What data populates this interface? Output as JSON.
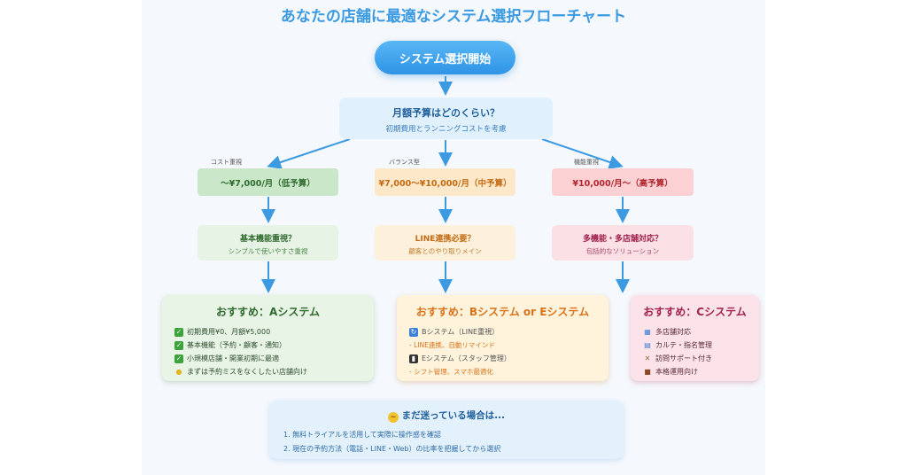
{
  "title": "あなたの店舗に最適なシステム選択フローチャート",
  "start_label": "システム選択開始",
  "budget_question": {
    "title": "月額予算はどのくらい？",
    "subtitle": "初期費用とランニングコストを考慮"
  },
  "branches": [
    {
      "tag": "コスト重視",
      "budget": "〜¥7,000/月（低予算）",
      "question": "基本機能重視？",
      "question_sub": "シンプルで使いやすさ重視"
    },
    {
      "tag": "バランス型",
      "budget": "¥7,000〜¥10,000/月（中予算）",
      "question": "LINE連携必要？",
      "question_sub": "顧客とのやり取りメイン"
    },
    {
      "tag": "機能重視",
      "budget": "¥10,000/月〜（高予算）",
      "question": "多機能・多店舗対応？",
      "question_sub": "包括的なソリューション"
    }
  ],
  "recommendations": {
    "a": {
      "title": "おすすめ：Aシステム",
      "items": [
        "初期費用¥0、月額¥5,000",
        "基本機能（予約・顧客・通知）",
        "小規模店舗・開業初期に最適"
      ],
      "tip": "まずは予約ミスをなくしたい店舗向け"
    },
    "b": {
      "title": "おすすめ：Bシステム or Eシステム",
      "item1": "Bシステム（LINE重視）",
      "item1_sub": "- LINE連携、自動リマインド",
      "item2": "Eシステム（スタッフ管理）",
      "item2_sub": "- シフト管理、スマホ最適化"
    },
    "c": {
      "title": "おすすめ：Cシステム",
      "items": [
        "多店舗対応",
        "カルテ・指名管理",
        "訪問サポート付き",
        "本格運用向け"
      ]
    }
  },
  "note": {
    "title": "まだ迷っている場合は...",
    "items": [
      "1. 無料トライアルを活用して実際に操作感を確認",
      "2. 現在の予約方法（電話・LINE・Web）の比率を把握してから選択"
    ]
  },
  "colors": {
    "accent": "#3b9ae1",
    "arrow": "#3b9ae1",
    "low": "#2f6b2f",
    "mid": "#c46a13",
    "high": "#b3252f"
  },
  "icons": {
    "check": "check-icon",
    "bulb": "lightbulb-icon",
    "b_system": "refresh-icon",
    "e_system": "phone-icon",
    "store": "store-icon",
    "chart": "chart-icon",
    "tools": "tools-icon",
    "briefcase": "briefcase-icon",
    "thinking": "thinking-face-icon"
  }
}
